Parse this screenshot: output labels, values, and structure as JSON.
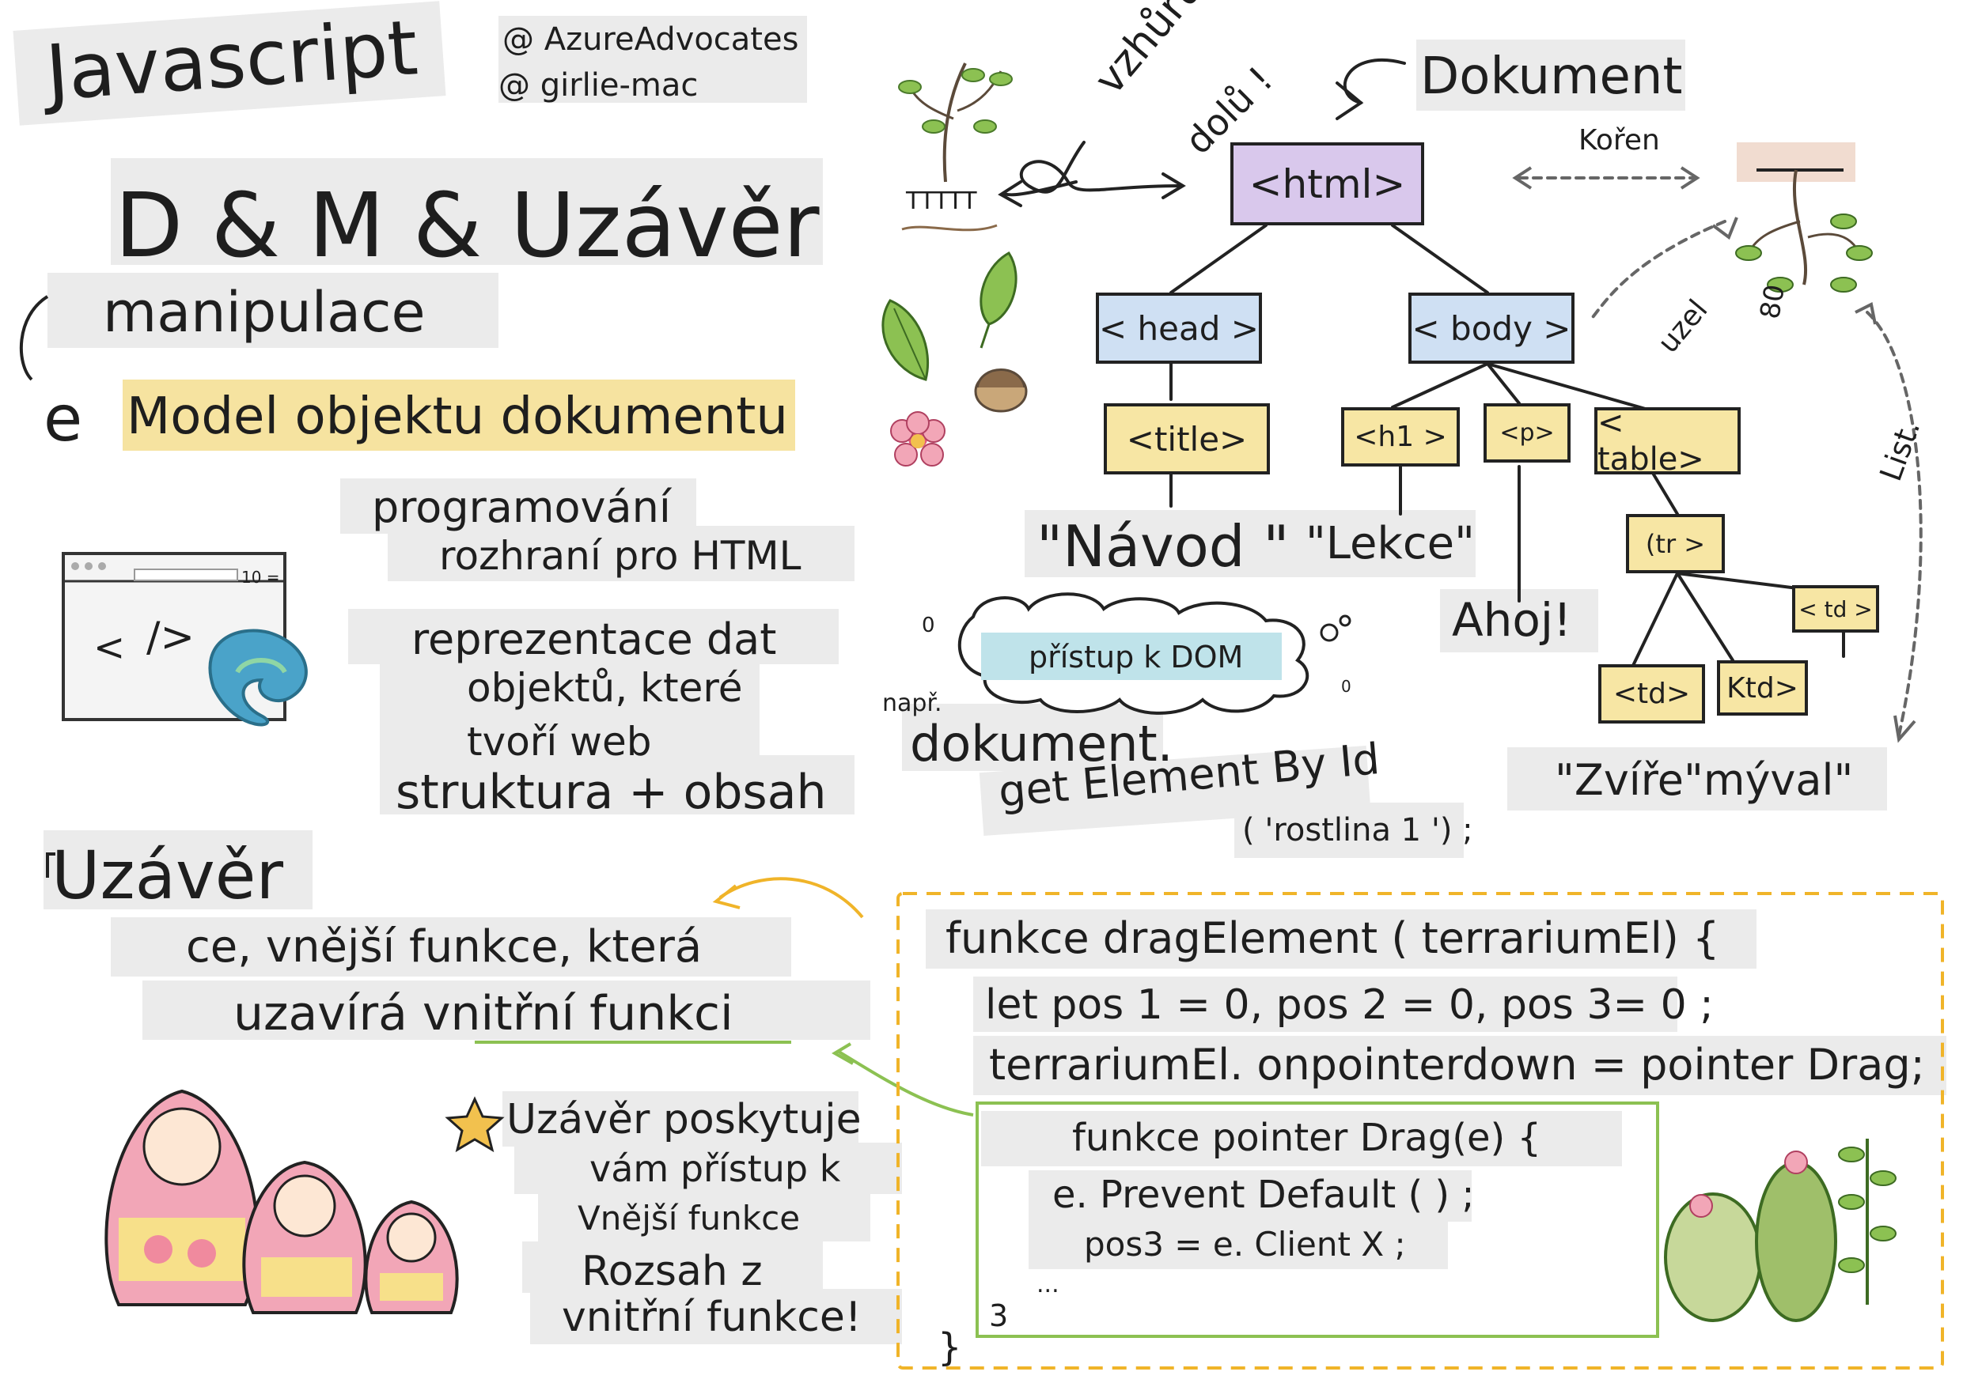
{
  "title": {
    "line1": "Javascript",
    "line2": "D & M & Uzávěr",
    "line3": "manipulace",
    "prefix_e": "e",
    "line4": "Model objektu dokumentu"
  },
  "credits": {
    "author1": "@ AzureAdvocates",
    "author2": "@ girlie-mac"
  },
  "dom_notes": {
    "n1": "programování",
    "n2": "rozhraní pro HTML",
    "n3": "reprezentace dat",
    "n4": "objektů, které",
    "n5": "tvoří web",
    "n6": "struktura + obsah"
  },
  "browser": {
    "address_text": "10 =",
    "code_glyph_left": "<",
    "code_glyph_right": "/>"
  },
  "tree": {
    "up": "vzhůru",
    "down": "dolů !",
    "plant_label": "TTTTT",
    "document": "Dokument",
    "root": "Kořen",
    "node_label": "uzel",
    "leaf_label": "List.",
    "eighty": "80",
    "html": "<html>",
    "head": "< head >",
    "body": "< body >",
    "title_tag": "<title>",
    "h1": "<h1 >",
    "p": "<p>",
    "table": "< table>",
    "tr": "(tr >",
    "td1": "<td>",
    "td2": "Ktd>",
    "td3": "< td >",
    "text_navod": "\"Návod \"",
    "text_lekce": "\"Lekce\"",
    "text_ahoj": "Ahoj!",
    "text_animal": "\"Zvíře\"mýval\""
  },
  "access": {
    "cloud": "přístup k DOM",
    "zero_left": "0",
    "zero_right": "0",
    "example": "např.",
    "code1": "dokument.",
    "code2": "get Element By Id",
    "code3": "( 'rostlina 1 ') ;"
  },
  "closure": {
    "heading": "Uzávěr",
    "line1": "ce, vnější funkce, která",
    "line2": "uzavírá vnitřní funkci",
    "note1": "Uzávěr poskytuje",
    "note2": "vám přístup k",
    "note3": "Vnější funkce",
    "note4": "Rozsah z",
    "note5": "vnitřní funkce!"
  },
  "code": {
    "line1": "funkce dragElement ( terrariumEl) {",
    "line2": "let pos 1 = 0, pos 2 = 0, pos 3= 0 ;",
    "line3": "terrariumEl. onpointerdown = pointer Drag;",
    "inner1": "funkce pointer Drag(e) {",
    "inner2": "e. Prevent Default ( ) ;",
    "inner3": "pos3 = e. Client X ;",
    "inner_dots": "...",
    "inner_close": "3",
    "outer_close": "}"
  },
  "colors": {
    "html_node": "#d9c8ec",
    "blue_node": "#cfe0f3",
    "yellow_node": "#f7e6a4",
    "highlight": "#f6e3a0",
    "dashed_code_border": "#f0b429",
    "inner_code_border": "#8cc152",
    "cloud_fill": "#bfe3ea"
  }
}
